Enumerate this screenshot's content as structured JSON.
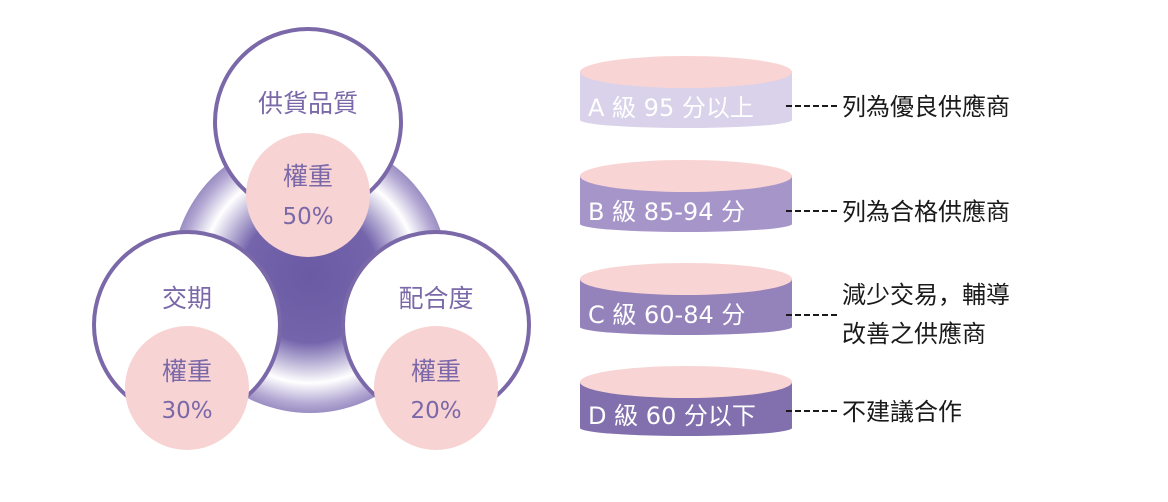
{
  "weights": {
    "quality": {
      "title": "供貨品質",
      "weight_label": "權重",
      "weight_value": "50%"
    },
    "delivery": {
      "title": "交期",
      "weight_label": "權重",
      "weight_value": "30%"
    },
    "cooperation": {
      "title": "配合度",
      "weight_label": "權重",
      "weight_value": "20%"
    }
  },
  "grades": [
    {
      "label": "A 級 95 分以上",
      "result": [
        "列為優良供應商"
      ]
    },
    {
      "label": "B 級 85-94 分",
      "result": [
        "列為合格供應商"
      ]
    },
    {
      "label": "C 級 60-84 分",
      "result": [
        "減少交易，輔導",
        "改善之供應商"
      ]
    },
    {
      "label": "D 級 60 分以下",
      "result": [
        "不建議合作"
      ]
    }
  ],
  "colors": {
    "circle_stroke": "#7a68a8",
    "inner_disc": "#f8d3d3",
    "text_purple": "#7a68a8",
    "cyl_top": "#f9d4d4",
    "cyl_a": "#d9d2ea",
    "cyl_b": "#a695c9",
    "cyl_c": "#9482bb",
    "cyl_d": "#8170ad",
    "text_dark": "#1a1a1a"
  }
}
